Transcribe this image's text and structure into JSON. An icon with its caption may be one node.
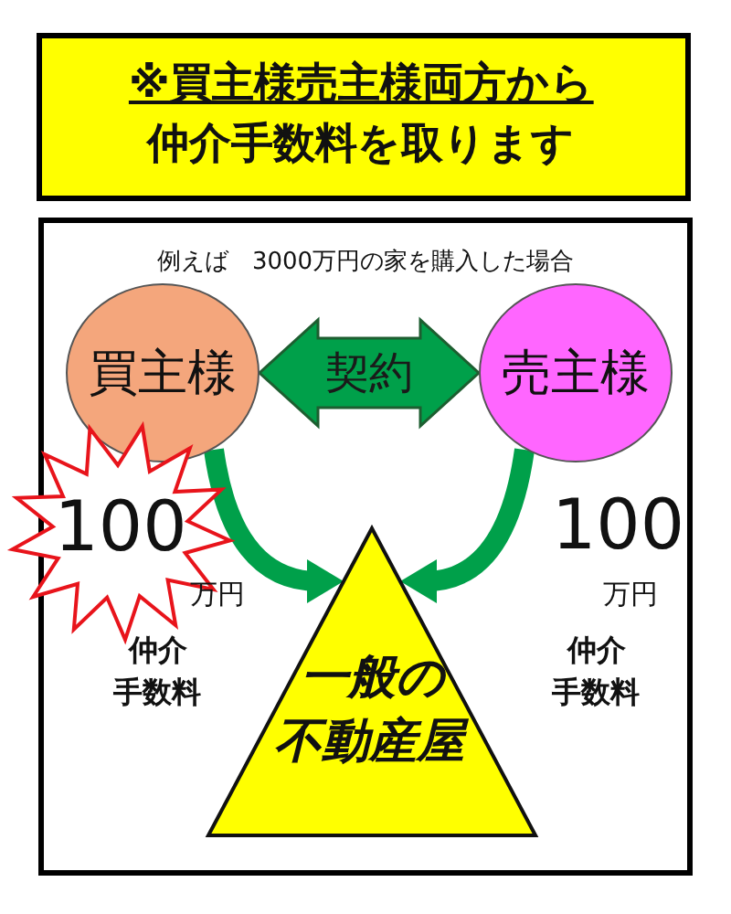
{
  "diagram": {
    "title": "※買主様売主様両方から仲介手数料を取ります",
    "nodes": [
      {
        "text": [
          "例えば　3000万円の家を購入した場合"
        ]
      },
      {
        "text": [
          "買主様"
        ],
        "in": 0
      },
      {
        "text": [
          "売主様"
        ],
        "in": 0
      },
      {
        "text": [
          "100"
        ],
        "beside": [
          "万円",
          "仲介手数料"
        ]
      },
      {
        "text": [
          "一般の不動産屋"
        ],
        "in": 0
      }
    ],
    "edges": [
      {
        "from": 1,
        "to": 2,
        "arrow": "both",
        "label": "契約"
      },
      {
        "from": 1,
        "to": 4,
        "arrow": "to"
      },
      {
        "from": 2,
        "to": 4,
        "arrow": "to"
      }
    ],
    "labels": [
      "100",
      "万円",
      "仲介手数料"
    ]
  }
}
